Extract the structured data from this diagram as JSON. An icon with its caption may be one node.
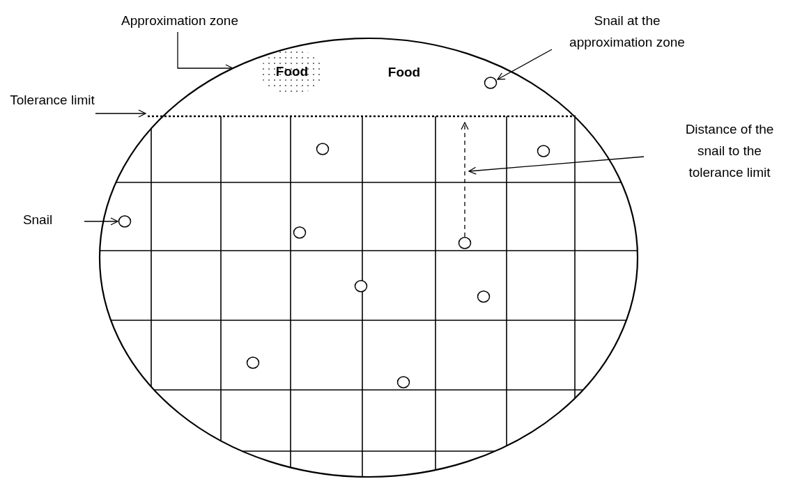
{
  "diagram": {
    "nodes": [
      {
        "text": [
          "Approximation zone"
        ]
      },
      {
        "text": [
          "Food"
        ]
      },
      {
        "text": [
          "Snail at the approximation zone"
        ]
      },
      {
        "text": [],
        "shape": "circle"
      },
      {
        "text": [
          "Tolerance limit"
        ]
      },
      {
        "text": [
          "Distance of the snail to the tolerance limit"
        ]
      },
      {
        "text": [
          "Snail"
        ]
      },
      {
        "text": [],
        "shape": "circle"
      },
      {
        "text": [],
        "shape": "circle"
      },
      {
        "text": [],
        "shape": "circle"
      },
      {
        "text": [],
        "shape": "circle"
      },
      {
        "text": [],
        "shape": "circle"
      },
      {
        "text": [],
        "shape": "circle"
      },
      {
        "text": [],
        "shape": "circle"
      },
      {
        "text": [],
        "shape": "circle"
      },
      {
        "text": [],
        "shape": "circle"
      }
    ],
    "edges": [
      {
        "from": 0,
        "to": null,
        "arrow": "to"
      },
      {
        "from": 2,
        "to": 3,
        "arrow": "to"
      },
      {
        "from": 4,
        "to": null,
        "arrow": "to"
      },
      {
        "from": 5,
        "to": null,
        "arrow": "to"
      },
      {
        "from": 6,
        "to": 7,
        "arrow": "to"
      }
    ],
    "labels": [
      "Food"
    ]
  }
}
